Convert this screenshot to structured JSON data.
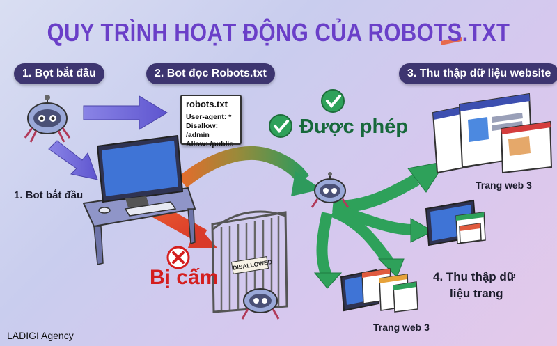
{
  "title": "QUY TRÌNH HOẠT ĐỘNG CỦA ROBOTS.TXT",
  "steps": {
    "step1": "1. Bọt bắt đầu",
    "step2": "2. Bot đọc Robots.txt",
    "step3": "3. Thu thập dữ liệu website"
  },
  "labels": {
    "bot_start": "1. Bot bắt đầu",
    "allowed": "Được phép",
    "denied": "Bị cấm",
    "gate_sign": "DISALLOWED",
    "site_top": "Trang web 3",
    "site_bottom": "Trang web 3",
    "collect_line1": "4. Thu thập dữ",
    "collect_line2": "liệu trang",
    "brand": "LADIGI Agency"
  },
  "robots_file": {
    "name": "robots.txt",
    "line1": "User-agent: *",
    "line2": "Disallow: /admin",
    "line3": "Allow: /public"
  },
  "colors": {
    "title": "#6a3fc8",
    "pill": "#3d3570",
    "allow_arrow": "#2ea15a",
    "deny_arrow": "#e64a2e",
    "flow_arrow": "#6b63d6",
    "denied_text": "#d41e1e",
    "allowed_text": "#17693b"
  },
  "icons": [
    "robot-icon",
    "check-icon",
    "cross-icon",
    "computer-icon",
    "gate-icon",
    "browser-window-icon"
  ]
}
